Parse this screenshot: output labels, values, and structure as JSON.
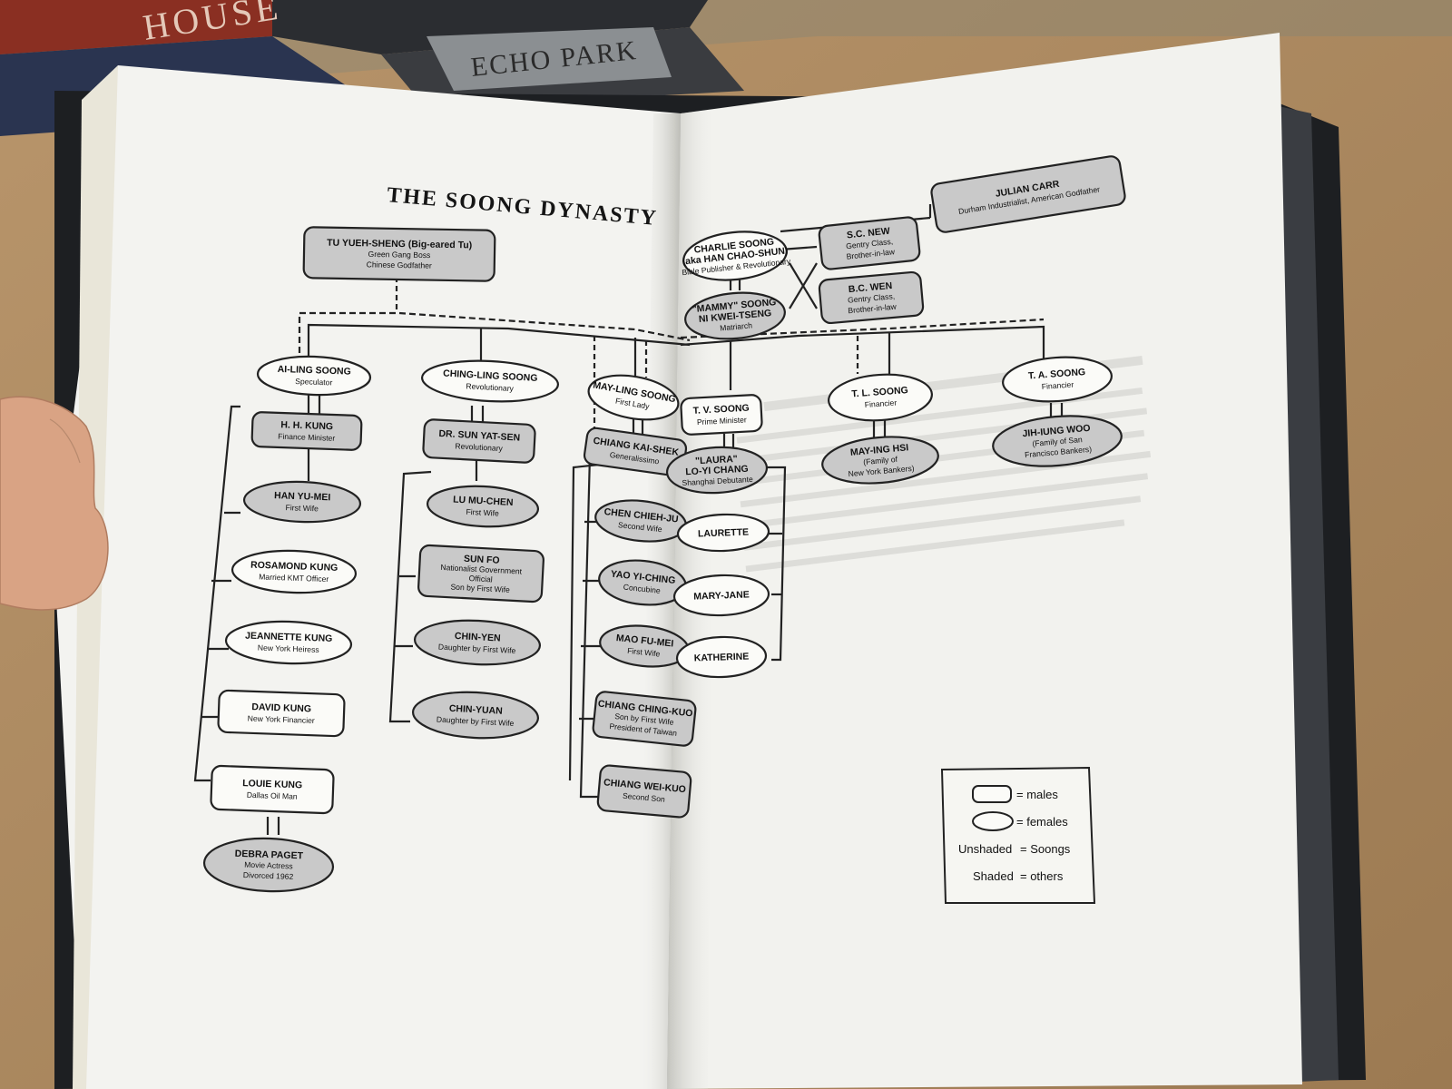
{
  "background_books": [
    {
      "label": "HOUSE"
    },
    {
      "label": "ECHO PARK"
    }
  ],
  "title": "THE SOONG DYNASTY",
  "colors": {
    "page": "#f3f3f0",
    "shaded": "#c9c9c9",
    "unshaded": "#fbfbf8",
    "line": "#222222",
    "table": "#a8875f",
    "cover": "#1d1f22"
  },
  "nodes": [
    {
      "id": "tu",
      "shape": "rect",
      "shaded": true,
      "lines": [
        {
          "text": "TU YUEH-SHENG (Big-eared Tu)",
          "bold": true
        },
        {
          "text": "Green Gang Boss"
        },
        {
          "text": "Chinese Godfather"
        }
      ]
    },
    {
      "id": "ailing",
      "shape": "ellipse",
      "shaded": false,
      "lines": [
        {
          "text": "AI-LING SOONG",
          "bold": true
        },
        {
          "text": "Speculator"
        }
      ]
    },
    {
      "id": "hhkung",
      "shape": "rect",
      "shaded": true,
      "lines": [
        {
          "text": "H. H. KUNG",
          "bold": true
        },
        {
          "text": "Finance Minister"
        }
      ]
    },
    {
      "id": "hanyumei",
      "shape": "ellipse",
      "shaded": true,
      "lines": [
        {
          "text": "HAN YU-MEI",
          "bold": true
        },
        {
          "text": "First Wife"
        }
      ]
    },
    {
      "id": "rosamond",
      "shape": "ellipse",
      "shaded": false,
      "lines": [
        {
          "text": "ROSAMOND KUNG",
          "bold": true
        },
        {
          "text": "Married KMT Officer"
        }
      ]
    },
    {
      "id": "jeannette",
      "shape": "ellipse",
      "shaded": false,
      "lines": [
        {
          "text": "JEANNETTE KUNG",
          "bold": true
        },
        {
          "text": "New York Heiress"
        }
      ]
    },
    {
      "id": "david",
      "shape": "rect",
      "shaded": false,
      "lines": [
        {
          "text": "DAVID KUNG",
          "bold": true
        },
        {
          "text": "New York Financier"
        }
      ]
    },
    {
      "id": "louie",
      "shape": "rect",
      "shaded": false,
      "lines": [
        {
          "text": "LOUIE KUNG",
          "bold": true
        },
        {
          "text": "Dallas Oil Man"
        }
      ]
    },
    {
      "id": "debra",
      "shape": "ellipse",
      "shaded": true,
      "lines": [
        {
          "text": "DEBRA PAGET",
          "bold": true
        },
        {
          "text": "Movie Actress"
        },
        {
          "text": "Divorced 1962"
        }
      ]
    },
    {
      "id": "chingling",
      "shape": "ellipse",
      "shaded": false,
      "lines": [
        {
          "text": "CHING-LING SOONG",
          "bold": true
        },
        {
          "text": "Revolutionary"
        }
      ]
    },
    {
      "id": "sunyatsen",
      "shape": "rect",
      "shaded": true,
      "lines": [
        {
          "text": "DR. SUN YAT-SEN",
          "bold": true
        },
        {
          "text": "Revolutionary"
        }
      ]
    },
    {
      "id": "lumuchen",
      "shape": "ellipse",
      "shaded": true,
      "lines": [
        {
          "text": "LU MU-CHEN",
          "bold": true
        },
        {
          "text": "First Wife"
        }
      ]
    },
    {
      "id": "sunfo",
      "shape": "rect",
      "shaded": true,
      "lines": [
        {
          "text": "SUN FO",
          "bold": true
        },
        {
          "text": "Nationalist Government"
        },
        {
          "text": "Official"
        },
        {
          "text": "Son by First Wife"
        }
      ]
    },
    {
      "id": "chinyen",
      "shape": "ellipse",
      "shaded": true,
      "lines": [
        {
          "text": "CHIN-YEN",
          "bold": true
        },
        {
          "text": "Daughter by First Wife"
        }
      ]
    },
    {
      "id": "chinyuan",
      "shape": "ellipse",
      "shaded": true,
      "lines": [
        {
          "text": "CHIN-YUAN",
          "bold": true
        },
        {
          "text": "Daughter by First Wife"
        }
      ]
    },
    {
      "id": "mayling",
      "shape": "ellipse",
      "shaded": false,
      "lines": [
        {
          "text": "MAY-LING SOONG",
          "bold": true
        },
        {
          "text": "First Lady"
        }
      ]
    },
    {
      "id": "chiang",
      "shape": "rect",
      "shaded": true,
      "lines": [
        {
          "text": "CHIANG KAI-SHEK",
          "bold": true
        },
        {
          "text": "Generalissimo"
        }
      ]
    },
    {
      "id": "chenchieh",
      "shape": "ellipse",
      "shaded": true,
      "lines": [
        {
          "text": "CHEN CHIEH-JU",
          "bold": true
        },
        {
          "text": "Second Wife"
        }
      ]
    },
    {
      "id": "yaoyiching",
      "shape": "ellipse",
      "shaded": true,
      "lines": [
        {
          "text": "YAO YI-CHING",
          "bold": true
        },
        {
          "text": "Concubine"
        }
      ]
    },
    {
      "id": "maofumei",
      "shape": "ellipse",
      "shaded": true,
      "lines": [
        {
          "text": "MAO FU-MEI",
          "bold": true
        },
        {
          "text": "First Wife"
        }
      ]
    },
    {
      "id": "chingkuo",
      "shape": "rect",
      "shaded": true,
      "lines": [
        {
          "text": "CHIANG CHING-KUO",
          "bold": true
        },
        {
          "text": "Son by First Wife"
        },
        {
          "text": "President of Taiwan"
        }
      ]
    },
    {
      "id": "weikuo",
      "shape": "rect",
      "shaded": true,
      "lines": [
        {
          "text": "CHIANG WEI-KUO",
          "bold": true
        },
        {
          "text": "Second Son"
        }
      ]
    },
    {
      "id": "tvsoong",
      "shape": "rect",
      "shaded": false,
      "lines": [
        {
          "text": "T. V. SOONG",
          "bold": true
        },
        {
          "text": "Prime Minister"
        }
      ]
    },
    {
      "id": "laura",
      "shape": "ellipse",
      "shaded": true,
      "lines": [
        {
          "text": "\"LAURA\"",
          "bold": true
        },
        {
          "text": "LO-YI CHANG",
          "bold": true
        },
        {
          "text": "Shanghai Debutante"
        }
      ]
    },
    {
      "id": "laurette",
      "shape": "ellipse",
      "shaded": false,
      "lines": [
        {
          "text": "LAURETTE",
          "bold": true
        }
      ]
    },
    {
      "id": "maryjane",
      "shape": "ellipse",
      "shaded": false,
      "lines": [
        {
          "text": "MARY-JANE",
          "bold": true
        }
      ]
    },
    {
      "id": "katherine",
      "shape": "ellipse",
      "shaded": false,
      "lines": [
        {
          "text": "KATHERINE",
          "bold": true
        }
      ]
    },
    {
      "id": "tlsoong",
      "shape": "ellipse",
      "shaded": false,
      "lines": [
        {
          "text": "T. L. SOONG",
          "bold": true
        },
        {
          "text": "Financier"
        }
      ]
    },
    {
      "id": "mayinghsi",
      "shape": "ellipse",
      "shaded": true,
      "lines": [
        {
          "text": "MAY-ING HSI",
          "bold": true
        },
        {
          "text": "(Family of"
        },
        {
          "text": "New York Bankers)"
        }
      ]
    },
    {
      "id": "tasoong",
      "shape": "ellipse",
      "shaded": false,
      "lines": [
        {
          "text": "T. A. SOONG",
          "bold": true
        },
        {
          "text": "Financier"
        }
      ]
    },
    {
      "id": "jihiungwoo",
      "shape": "ellipse",
      "shaded": true,
      "lines": [
        {
          "text": "JIH-IUNG WOO",
          "bold": true
        },
        {
          "text": "(Family of San"
        },
        {
          "text": "Francisco Bankers)"
        }
      ]
    },
    {
      "id": "charlie",
      "shape": "ellipse",
      "shaded": false,
      "lines": [
        {
          "text": "CHARLIE SOONG",
          "bold": true
        },
        {
          "text": "(aka HAN CHAO-SHUN)",
          "bold": true
        },
        {
          "text": "Bible Publisher & Revolutionary"
        }
      ]
    },
    {
      "id": "mammy",
      "shape": "ellipse",
      "shaded": true,
      "lines": [
        {
          "text": "\"MAMMY\" SOONG",
          "bold": true
        },
        {
          "text": "NI KWEI-TSENG",
          "bold": true
        },
        {
          "text": "Matriarch"
        }
      ]
    },
    {
      "id": "scnew",
      "shape": "rect",
      "shaded": true,
      "lines": [
        {
          "text": "S.C. NEW",
          "bold": true
        },
        {
          "text": "Gentry Class,"
        },
        {
          "text": "Brother-in-law"
        }
      ]
    },
    {
      "id": "bcwen",
      "shape": "rect",
      "shaded": true,
      "lines": [
        {
          "text": "B.C. WEN",
          "bold": true
        },
        {
          "text": "Gentry Class,"
        },
        {
          "text": "Brother-in-law"
        }
      ]
    },
    {
      "id": "juliancarr",
      "shape": "rect",
      "shaded": true,
      "lines": [
        {
          "text": "JULIAN CARR",
          "bold": true
        },
        {
          "text": "Durham Industrialist, American Godfather"
        }
      ]
    }
  ],
  "legend": {
    "males": "= males",
    "females": "= females",
    "unshaded_label": "Unshaded",
    "unshaded_value": "= Soongs",
    "shaded_label": "Shaded",
    "shaded_value": "= others"
  }
}
